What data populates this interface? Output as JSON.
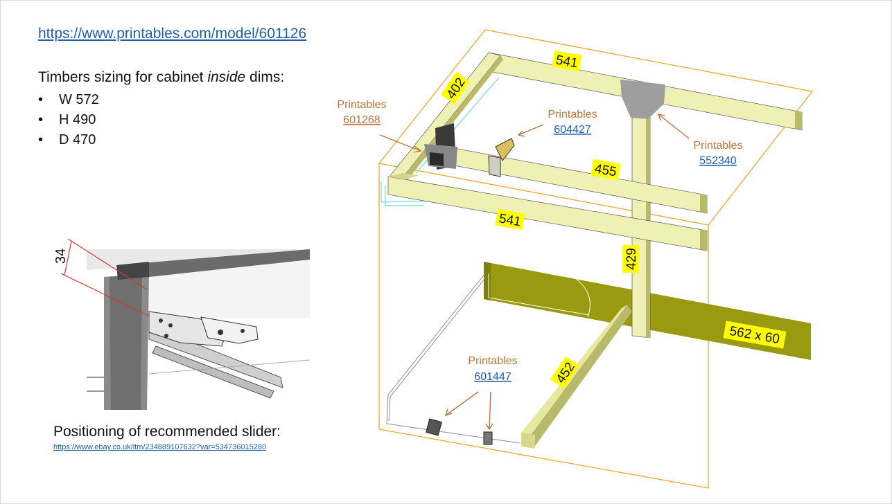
{
  "links": {
    "main": "https://www.printables.com/model/601126",
    "slider": "https://www.ebay.co.uk/itm/234889107632?var=534736015280"
  },
  "heading": {
    "before": "Timbers sizing for cabinet ",
    "emphasis": "inside",
    "after": " dims:"
  },
  "dims": [
    "W 572",
    "H 490",
    "D 470"
  ],
  "slider_caption": "Positioning of recommended slider:",
  "photo_dimension": "34",
  "timber_labels": {
    "top_back": "541",
    "top_left": "402",
    "mid": "455",
    "front": "541",
    "post": "429",
    "base": "452",
    "back_board": "562 x 60"
  },
  "printables": {
    "word": "Printables",
    "ids": {
      "a": "601268",
      "b": "604427",
      "c": "552340",
      "d": "601447"
    }
  },
  "colors": {
    "timber": "#eff0b4",
    "timber_side": "#b8ba6a",
    "board": "#9a9a10",
    "outline": "#f2a52a",
    "label_bg": "#ffff00",
    "annotation": "#c0703a",
    "link": "#1f5fa8"
  }
}
